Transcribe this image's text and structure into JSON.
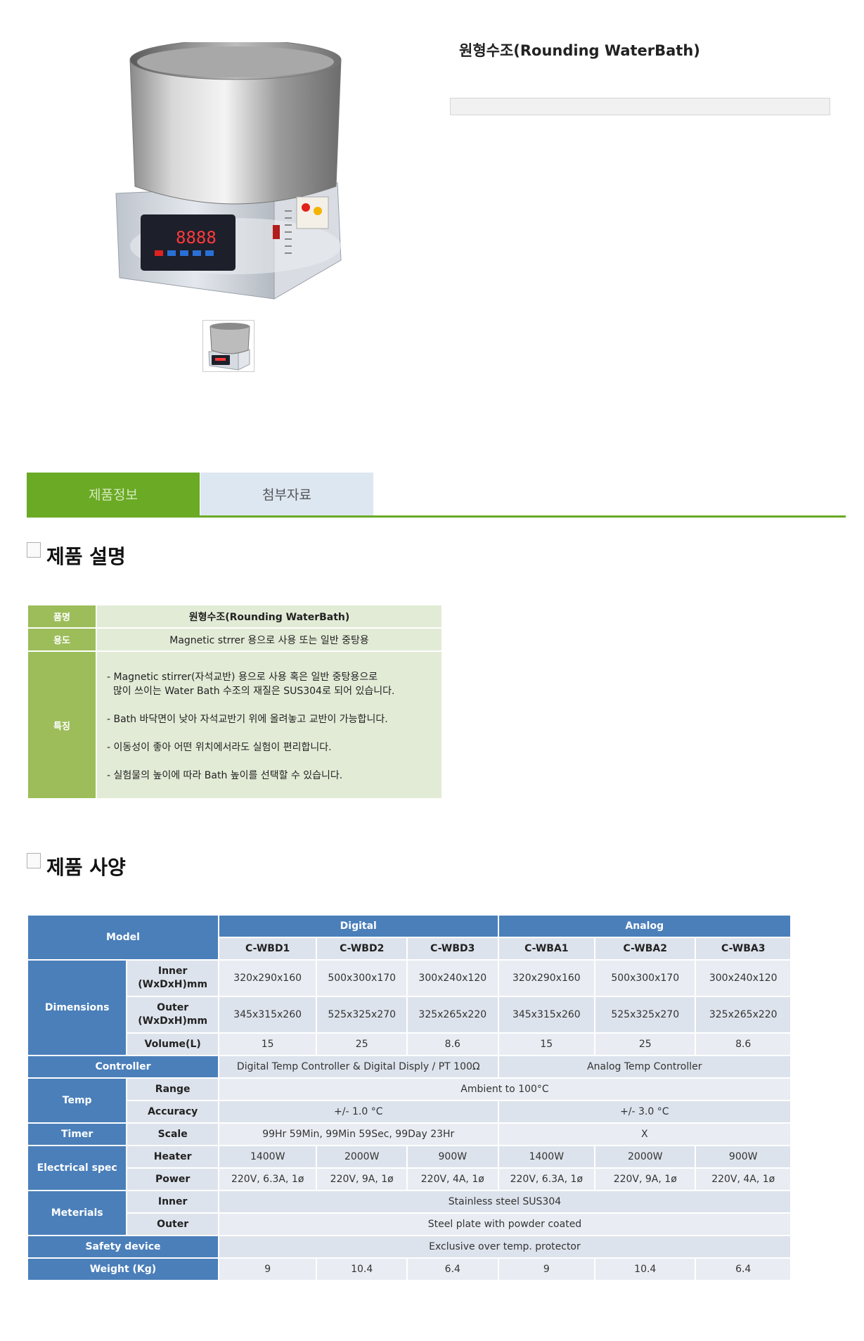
{
  "product": {
    "title": "원형수조(Rounding WaterBath)",
    "display_value": "8888"
  },
  "tabs": [
    {
      "label": "제품정보"
    },
    {
      "label": "첨부자료"
    }
  ],
  "sections": {
    "description_title": "제품 설명",
    "spec_title": "제품 사양"
  },
  "description": {
    "name_label": "품명",
    "name_value": "원형수조(Rounding WaterBath)",
    "use_label": "용도",
    "use_value": "Magnetic strrer 용으로 사용 또는 일반 중탕용",
    "feature_label": "특징",
    "features": [
      "- Magnetic stirrer(자석교반) 용으로 사용 혹은 일반 중탕용으로",
      "많이 쓰이는 Water Bath 수조의 재질은 SUS304로 되어 있습니다.",
      "- Bath 바닥면이 낮아 자석교반기 위에 올려놓고 교반이 가능합니다.",
      "- 이동성이 좋아 어떤 위치에서라도 실험이 편리합니다.",
      "- 실험물의 높이에 따라 Bath 높이를 선택할 수 있습니다."
    ]
  },
  "spec": {
    "model": "Model",
    "digital": "Digital",
    "analog": "Analog",
    "models": [
      "C-WBD1",
      "C-WBD2",
      "C-WBD3",
      "C-WBA1",
      "C-WBA2",
      "C-WBA3"
    ],
    "dimensions": "Dimensions",
    "inner_label": "Inner\n(WxDxH)mm",
    "inner": [
      "320x290x160",
      "500x300x170",
      "300x240x120",
      "320x290x160",
      "500x300x170",
      "300x240x120"
    ],
    "outer_label": "Outer\n(WxDxH)mm",
    "outer": [
      "345x315x260",
      "525x325x270",
      "325x265x220",
      "345x315x260",
      "525x325x270",
      "325x265x220"
    ],
    "volume_label": "Volume(L)",
    "volume": [
      "15",
      "25",
      "8.6",
      "15",
      "25",
      "8.6"
    ],
    "controller_label": "Controller",
    "controller_digital": "Digital Temp Controller & Digital Disply / PT 100Ω",
    "controller_analog": "Analog Temp Controller",
    "temp_label": "Temp",
    "range_label": "Range",
    "range_value": "Ambient to 100°C",
    "accuracy_label": "Accuracy",
    "accuracy_digital": "+/- 1.0 °C",
    "accuracy_analog": "+/- 3.0 °C",
    "timer_label": "Timer",
    "scale_label": "Scale",
    "scale_digital": "99Hr 59Min, 99Min 59Sec, 99Day 23Hr",
    "scale_analog": "X",
    "electrical_label": "Electrical spec",
    "heater_label": "Heater",
    "heater": [
      "1400W",
      "2000W",
      "900W",
      "1400W",
      "2000W",
      "900W"
    ],
    "power_label": "Power",
    "power": [
      "220V, 6.3A, 1ø",
      "220V, 9A, 1ø",
      "220V, 4A, 1ø",
      "220V, 6.3A, 1ø",
      "220V, 9A, 1ø",
      "220V, 4A, 1ø"
    ],
    "materials_label": "Meterials",
    "mat_inner_label": "Inner",
    "mat_inner_value": "Stainless steel SUS304",
    "mat_outer_label": "Outer",
    "mat_outer_value": "Steel plate with powder coated",
    "safety_label": "Safety device",
    "safety_value": "Exclusive over temp. protector",
    "weight_label": "Weight (Kg)",
    "weight": [
      "9",
      "10.4",
      "6.4",
      "9",
      "10.4",
      "6.4"
    ]
  }
}
